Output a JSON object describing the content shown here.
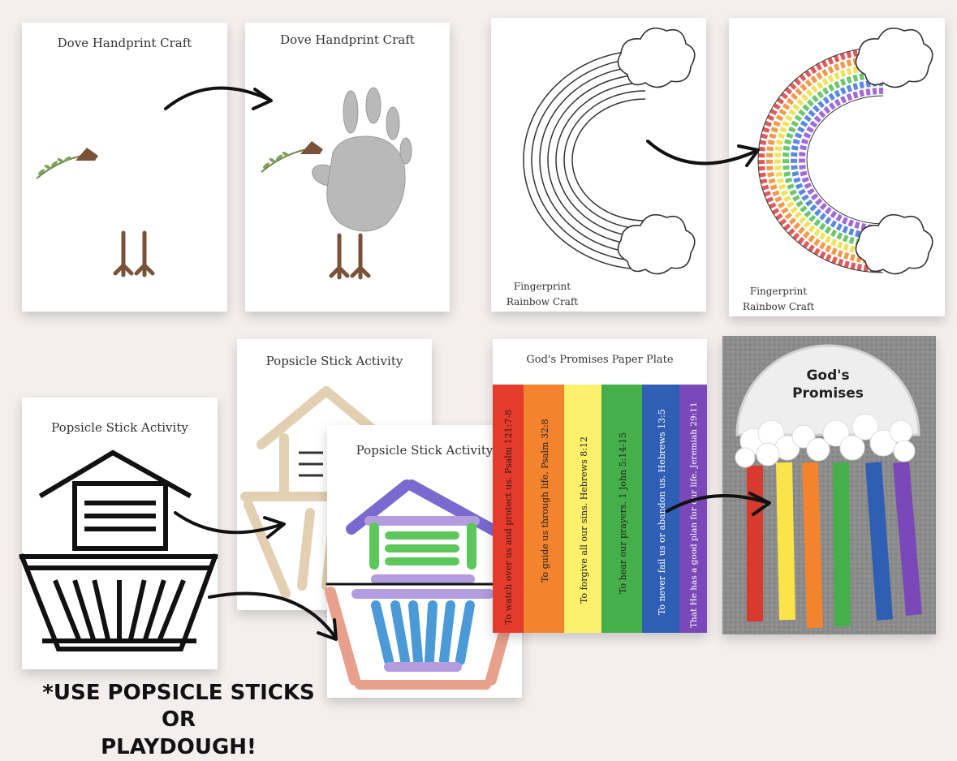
{
  "dove": {
    "title_blank": "Dove Handprint Craft",
    "title_done": "Dove Handprint Craft"
  },
  "rainbow": {
    "caption_line1": "Fingerprint",
    "caption_line2": "Rainbow Craft"
  },
  "popsicle": {
    "title_front": "Popsicle Stick Activity",
    "title_back": "Popsicle Stick Activity",
    "title_colored": "Popsicle Stick Activity",
    "note_line1": "*USE POPSICLE STICKS OR",
    "note_line2": "PLAYDOUGH!"
  },
  "promises": {
    "title": "God's Promises Paper Plate",
    "plate_line1": "God's",
    "plate_line2": "Promises",
    "strips": [
      {
        "color": "#e53b2c",
        "text": "To watch over us and protect us. Psalm 121:7-8"
      },
      {
        "color": "#f3832c",
        "text": "To guide us through life. Psalm 32:8"
      },
      {
        "color": "#fdf06a",
        "text": "To forgive all our sins. Hebrews 8:12"
      },
      {
        "color": "#45b04a",
        "text": "To hear our prayers. 1 John 5:14-15"
      },
      {
        "color": "#2f5fb5",
        "text": "To never fail us or abandon us. Hebrews 13:5"
      },
      {
        "color": "#7a48b8",
        "text": "That He has a good plan for our life. Jeremiah 29:11"
      }
    ]
  },
  "colors": {
    "background": "#f4efee",
    "arrow": "#111111",
    "dove_brown": "#7a5238",
    "handprint": "#b9b9b9",
    "rainbow_outline": "#333333",
    "plate_bg": "#8c8c8c"
  }
}
